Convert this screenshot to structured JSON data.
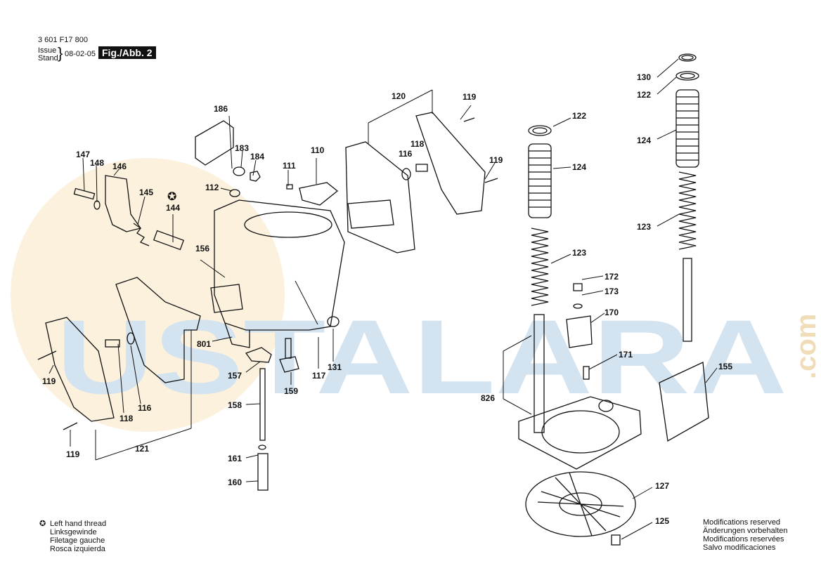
{
  "header": {
    "part_number": "3 601 F17 800",
    "issue_label": "Issue",
    "stand_label": "Stand",
    "date": "08-02-05",
    "figure": "Fig./Abb. 2"
  },
  "watermark": {
    "brand": "USTALARA",
    "suffix": ".com",
    "colors": {
      "blue": "#cfe0ef",
      "orange": "#f6e2b9"
    }
  },
  "callouts": {
    "c130": "130",
    "c122a": "122",
    "c122b": "122",
    "c124a": "124",
    "c124b": "124",
    "c123a": "123",
    "c123b": "123",
    "c120": "120",
    "c119a": "119",
    "c119b": "119",
    "c119c": "119",
    "c119d": "119",
    "c116a": "116",
    "c116b": "116",
    "c118a": "118",
    "c118b": "118",
    "c186": "186",
    "c183": "183",
    "c184": "184",
    "c110": "110",
    "c111": "111",
    "c112": "112",
    "c147": "147",
    "c148": "148",
    "c146": "146",
    "c145": "145",
    "c144": "144",
    "c156": "156",
    "c801": "801",
    "c121": "121",
    "c157": "157",
    "c158": "158",
    "c159": "159",
    "c161": "161",
    "c160": "160",
    "c117": "117",
    "c131": "131",
    "c172": "172",
    "c173": "173",
    "c170": "170",
    "c171": "171",
    "c155": "155",
    "c826": "826",
    "c127": "127",
    "c125": "125"
  },
  "notes": {
    "left_hand_thread": [
      "Left hand thread",
      "Linksgewinde",
      "Filetage gauche",
      "Rosca izquierda"
    ],
    "modifications": [
      "Modifications reserved",
      "Änderungen vorbehalten",
      "Modifications reservées",
      "Salvo modificaciones"
    ]
  }
}
